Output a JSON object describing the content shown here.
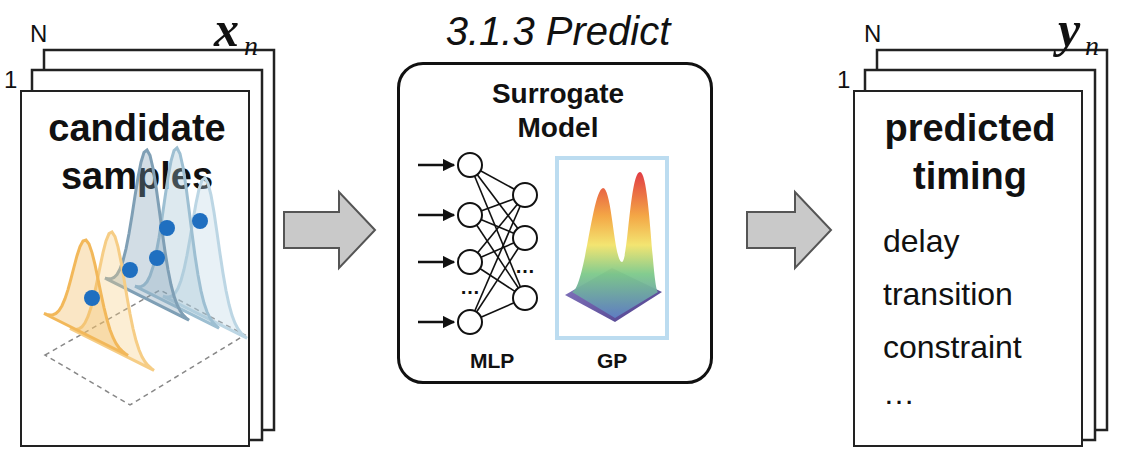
{
  "diagram": {
    "nodes": [
      {
        "text": [
          "candidate samples"
        ]
      },
      {
        "text": [
          "3.1.3 Predict",
          "Surrogate Model"
        ]
      },
      {
        "text": [
          "predicted timing",
          "delay",
          "transition",
          "constraint",
          "…"
        ]
      }
    ],
    "edges": [
      {
        "from": 0,
        "to": 1,
        "arrow": "to"
      },
      {
        "from": 1,
        "to": 2,
        "arrow": "to"
      }
    ],
    "labels": [
      "N",
      "1",
      "x",
      "n",
      "…",
      "…",
      "MLP",
      "GP",
      "N",
      "1",
      "y",
      "n"
    ]
  }
}
